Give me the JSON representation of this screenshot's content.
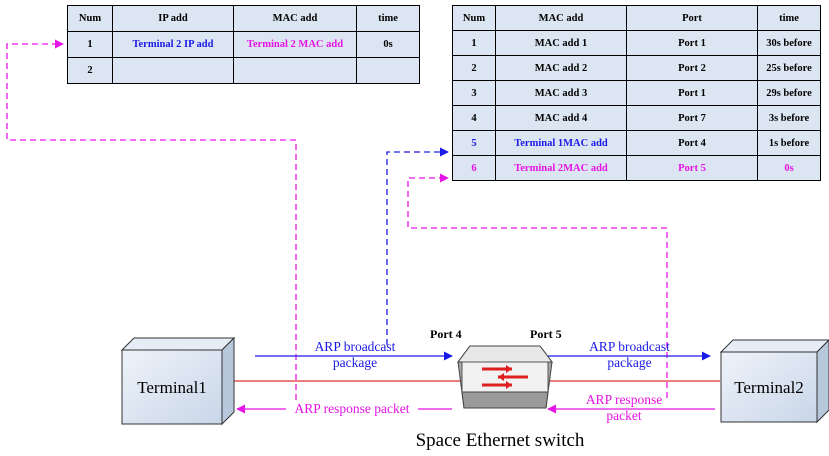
{
  "arp_table": {
    "headers": [
      "Num",
      "IP add",
      "MAC add",
      "time"
    ],
    "rows": [
      [
        "1",
        "Terminal 2 IP add",
        "Terminal 2 MAC add",
        "0s"
      ],
      [
        "2",
        "",
        "",
        ""
      ]
    ]
  },
  "mac_table": {
    "headers": [
      "Num",
      "MAC add",
      "Port",
      "time"
    ],
    "rows": [
      [
        "1",
        "MAC add 1",
        "Port 1",
        "30s before"
      ],
      [
        "2",
        "MAC add 2",
        "Port 2",
        "25s before"
      ],
      [
        "3",
        "MAC add 3",
        "Port 1",
        "29s before"
      ],
      [
        "4",
        "MAC add 4",
        "Port 7",
        "3s before"
      ],
      [
        "5",
        "Terminal 1MAC add",
        "Port 4",
        "1s before"
      ],
      [
        "6",
        "Terminal 2MAC add",
        "Port 5",
        "0s"
      ]
    ]
  },
  "terminals": {
    "left": "Terminal1",
    "right": "Terminal2"
  },
  "ports": {
    "left": "Port 4",
    "right": "Port 5"
  },
  "labels": {
    "arp_broadcast_left_1": "ARP broadcast",
    "arp_broadcast_left_2": "package",
    "arp_broadcast_right_1": "ARP broadcast",
    "arp_broadcast_right_2": "package",
    "arp_response_left": "ARP response packet",
    "arp_response_right_1": "ARP response",
    "arp_response_right_2": "packet"
  },
  "switch_caption": "Space Ethernet switch",
  "colors": {
    "blue": "#1a1ae6",
    "magenta": "#e614e6",
    "link_red": "#e03030",
    "table_fill": "#dce6f2"
  }
}
